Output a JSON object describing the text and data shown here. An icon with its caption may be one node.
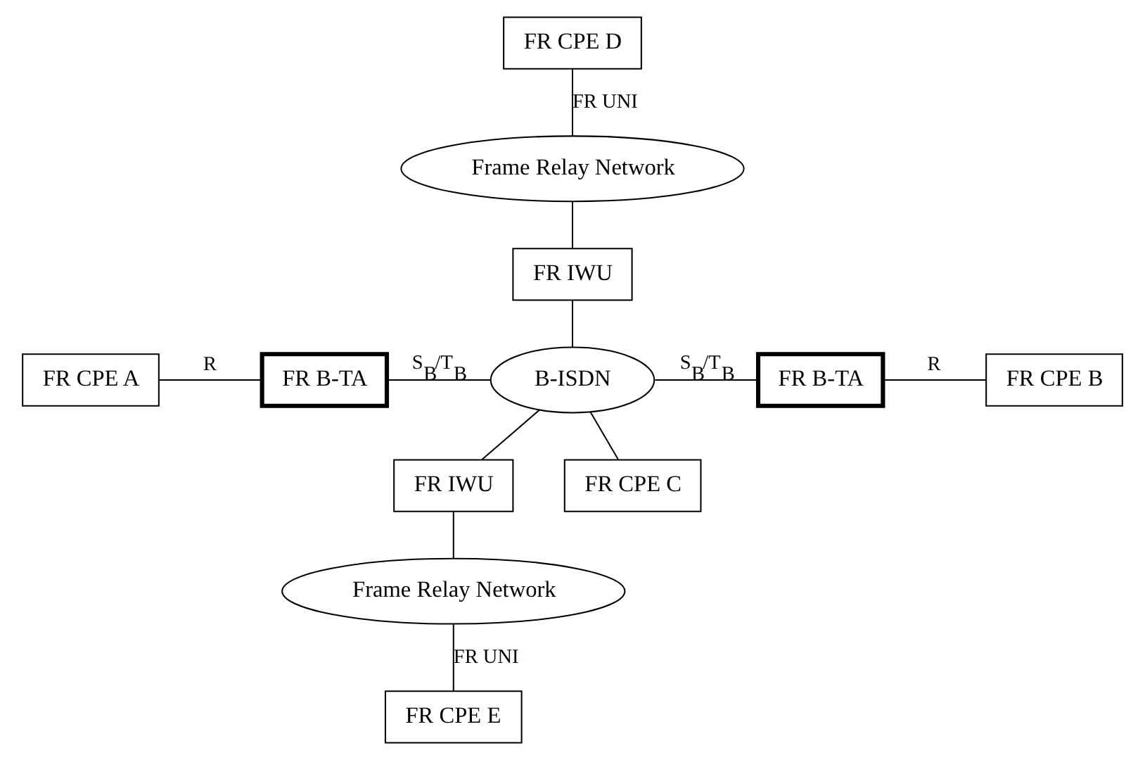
{
  "diagram": {
    "nodes": [
      {
        "text": [
          "FR CPE D"
        ]
      },
      {
        "text": [
          "Frame Relay Network"
        ]
      },
      {
        "text": [
          "FR IWU"
        ]
      },
      {
        "text": [
          "FR CPE A"
        ]
      },
      {
        "text": [
          "FR B-TA"
        ]
      },
      {
        "text": [
          "B-ISDN"
        ]
      },
      {
        "text": [
          "FR B-TA"
        ]
      },
      {
        "text": [
          "FR CPE B"
        ]
      },
      {
        "text": [
          "FR IWU"
        ]
      },
      {
        "text": [
          "Frame Relay Network"
        ]
      },
      {
        "text": [
          "FR CPE C"
        ]
      },
      {
        "text": [
          "FR CPE E"
        ]
      }
    ],
    "edges": [
      {
        "from": 0,
        "to": 1,
        "arrow": "none",
        "label": "FR UNI"
      },
      {
        "from": 1,
        "to": 2,
        "arrow": "none"
      },
      {
        "from": 2,
        "to": 5,
        "arrow": "none"
      },
      {
        "from": 3,
        "to": 4,
        "arrow": "none",
        "label": "R"
      },
      {
        "from": 4,
        "to": 5,
        "arrow": "none",
        "label": "S$_{B}$/T$_{B}$"
      },
      {
        "from": 5,
        "to": 6,
        "arrow": "none",
        "label": "S$_{B}$/T$_{B}$"
      },
      {
        "from": 6,
        "to": 7,
        "arrow": "none",
        "label": "R"
      },
      {
        "from": 5,
        "to": 8,
        "arrow": "none"
      },
      {
        "from": 8,
        "to": 9,
        "arrow": "none"
      },
      {
        "from": 9,
        "to": 11,
        "arrow": "none",
        "label": "FR UNI"
      },
      {
        "from": 5,
        "to": 10,
        "arrow": "none"
      }
    ]
  }
}
